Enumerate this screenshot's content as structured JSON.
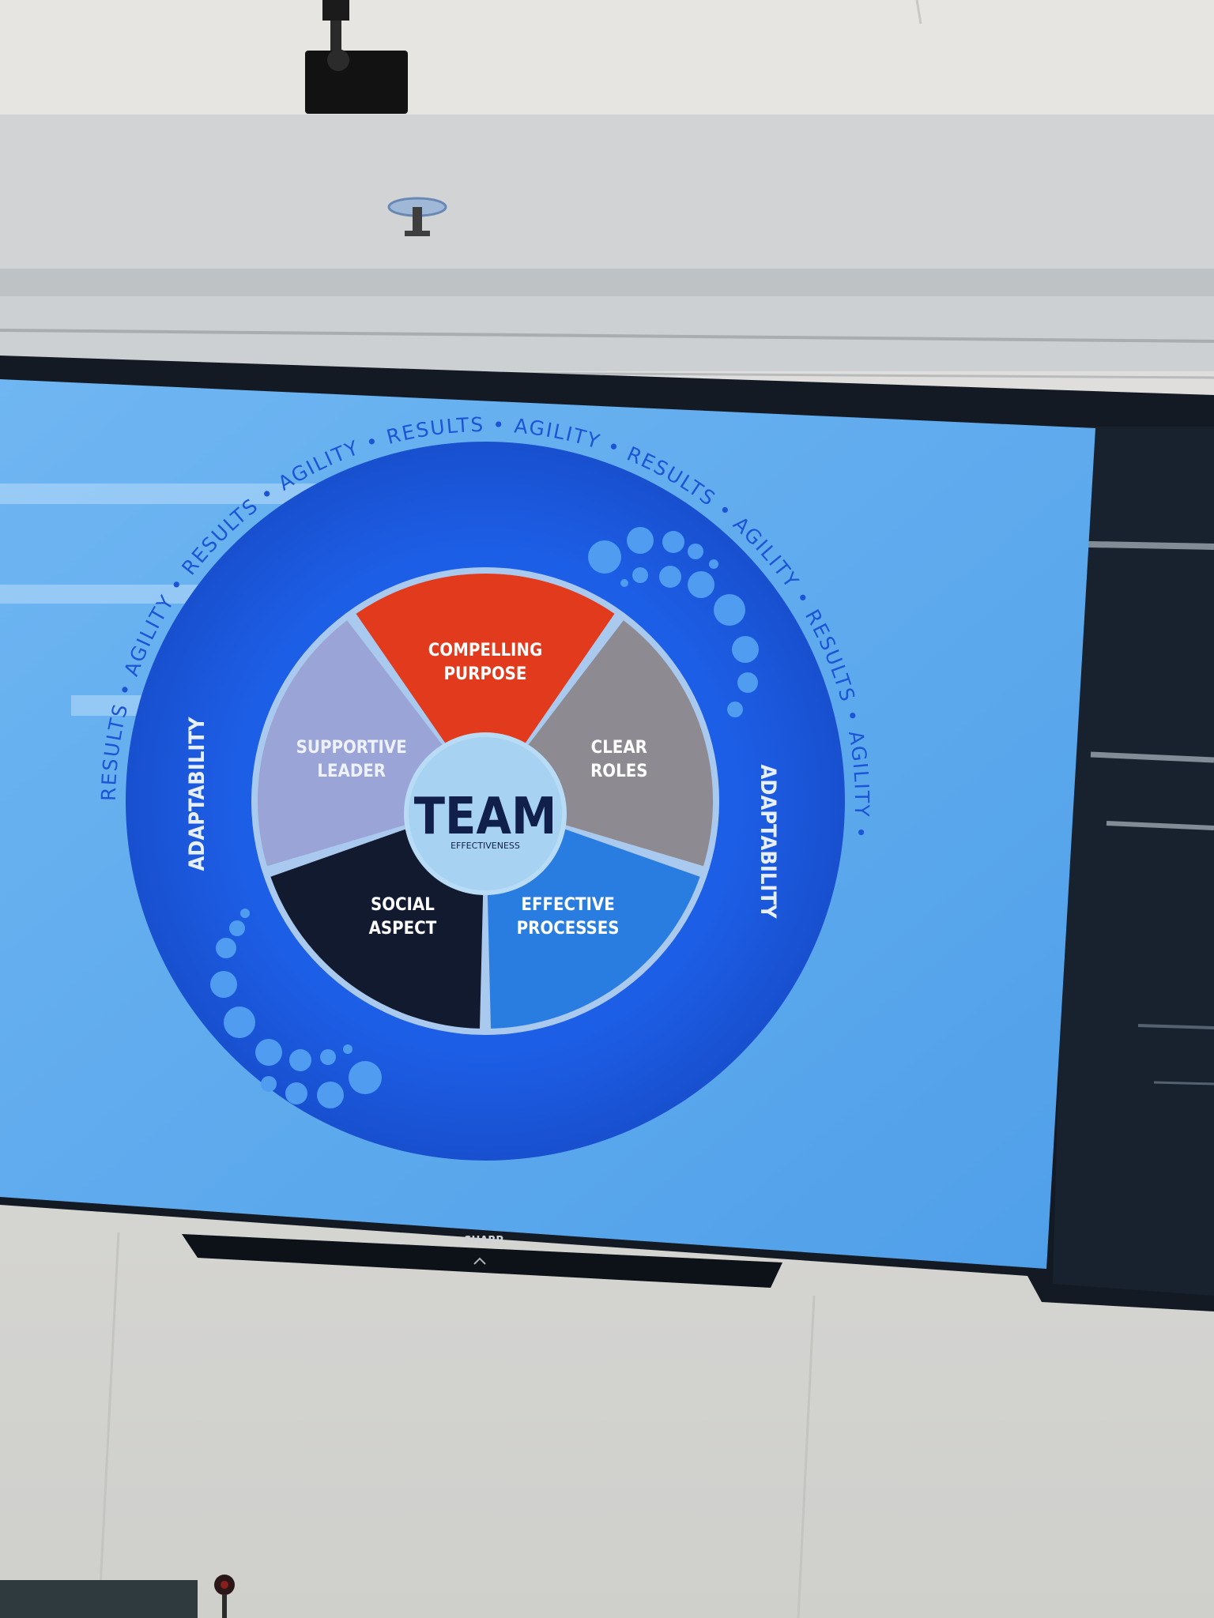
{
  "diagram": {
    "outer_ring_pattern": [
      "RESULTS",
      "AGILITY"
    ],
    "outer_ring_separator": "•",
    "band_labels": [
      "ADAPTABILITY",
      "ADAPTABILITY"
    ],
    "center": {
      "title": "TEAM",
      "subtitle": "EFFECTIVENESS"
    },
    "segments": [
      {
        "lines": [
          "COMPELLING",
          "PURPOSE"
        ],
        "color": "#e13a1c"
      },
      {
        "lines": [
          "CLEAR",
          "ROLES"
        ],
        "color": "#8e8a92"
      },
      {
        "lines": [
          "EFFECTIVE",
          "PROCESSES"
        ],
        "color": "#2a7de0"
      },
      {
        "lines": [
          "SOCIAL",
          "ASPECT"
        ],
        "color": "#111a2e"
      },
      {
        "lines": [
          "SUPPORTIVE",
          "LEADER"
        ],
        "color": "#9aa4d6"
      }
    ]
  },
  "monitor": {
    "brand": "SHARP"
  },
  "colors": {
    "slide_background": "#5aa9f0",
    "ring_blue": "#1f5fe0",
    "ring_text": "#1b55d6",
    "center_fill": "#8cc8f0",
    "center_text": "#10204a",
    "wall": "#dcdcda",
    "bezel": "#141a24"
  }
}
